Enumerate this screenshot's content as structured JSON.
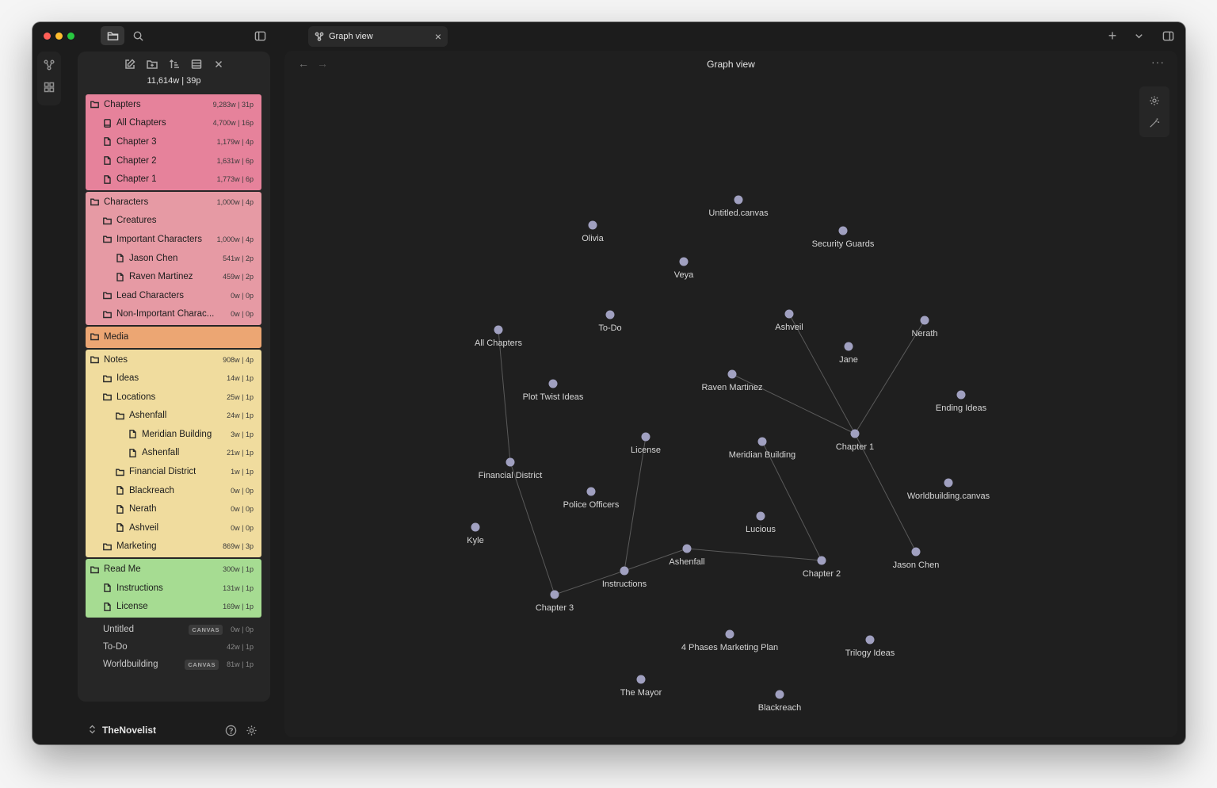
{
  "titlebar": {
    "tab_label": "Graph view",
    "tab_icon": "graph-icon",
    "new_tab_label": "+"
  },
  "file_panel": {
    "stats": "11,614w | 39p",
    "groups": [
      {
        "color": "#e6829b",
        "rows": [
          {
            "name": "Chapters",
            "meta": "9,283w | 31p",
            "type": "folder",
            "depth": 0
          },
          {
            "name": "All Chapters",
            "meta": "4,700w | 16p",
            "type": "book",
            "depth": 1
          },
          {
            "name": "Chapter 3",
            "meta": "1,179w | 4p",
            "type": "file",
            "depth": 1
          },
          {
            "name": "Chapter 2",
            "meta": "1,631w | 6p",
            "type": "file",
            "depth": 1
          },
          {
            "name": "Chapter 1",
            "meta": "1,773w | 6p",
            "type": "file",
            "depth": 1
          }
        ]
      },
      {
        "color": "#e69aa4",
        "rows": [
          {
            "name": "Characters",
            "meta": "1,000w | 4p",
            "type": "folder",
            "depth": 0
          },
          {
            "name": "Creatures",
            "meta": "",
            "type": "folder",
            "depth": 1
          },
          {
            "name": "Important Characters",
            "meta": "1,000w | 4p",
            "type": "folder",
            "depth": 1
          },
          {
            "name": "Jason Chen",
            "meta": "541w | 2p",
            "type": "file",
            "depth": 2
          },
          {
            "name": "Raven Martinez",
            "meta": "459w | 2p",
            "type": "file",
            "depth": 2
          },
          {
            "name": "Lead Characters",
            "meta": "0w | 0p",
            "type": "folder",
            "depth": 1
          },
          {
            "name": "Non-Important Charac...",
            "meta": "0w | 0p",
            "type": "folder",
            "depth": 1
          }
        ]
      },
      {
        "color": "#eca673",
        "rows": [
          {
            "name": "Media",
            "meta": "",
            "type": "folder",
            "depth": 0
          }
        ]
      },
      {
        "color": "#f0dc9e",
        "rows": [
          {
            "name": "Notes",
            "meta": "908w | 4p",
            "type": "folder",
            "depth": 0
          },
          {
            "name": "Ideas",
            "meta": "14w | 1p",
            "type": "folder",
            "depth": 1
          },
          {
            "name": "Locations",
            "meta": "25w | 1p",
            "type": "folder",
            "depth": 1
          },
          {
            "name": "Ashenfall",
            "meta": "24w | 1p",
            "type": "folder",
            "depth": 2
          },
          {
            "name": "Meridian Building",
            "meta": "3w | 1p",
            "type": "file",
            "depth": 3
          },
          {
            "name": "Ashenfall",
            "meta": "21w | 1p",
            "type": "file",
            "depth": 3
          },
          {
            "name": "Financial District",
            "meta": "1w | 1p",
            "type": "folder",
            "depth": 2
          },
          {
            "name": "Blackreach",
            "meta": "0w | 0p",
            "type": "file",
            "depth": 2
          },
          {
            "name": "Nerath",
            "meta": "0w | 0p",
            "type": "file",
            "depth": 2
          },
          {
            "name": "Ashveil",
            "meta": "0w | 0p",
            "type": "file",
            "depth": 2
          },
          {
            "name": "Marketing",
            "meta": "869w | 3p",
            "type": "folder",
            "depth": 1
          }
        ]
      },
      {
        "color": "#a6dc92",
        "rows": [
          {
            "name": "Read Me",
            "meta": "300w | 1p",
            "type": "folder",
            "depth": 0
          },
          {
            "name": "Instructions",
            "meta": "131w | 1p",
            "type": "file",
            "depth": 1
          },
          {
            "name": "License",
            "meta": "169w | 1p",
            "type": "file",
            "depth": 1
          }
        ]
      }
    ],
    "loose": [
      {
        "name": "Untitled",
        "badge": "CANVAS",
        "meta": "0w | 0p"
      },
      {
        "name": "To-Do",
        "badge": "",
        "meta": "42w | 1p"
      },
      {
        "name": "Worldbuilding",
        "badge": "CANVAS",
        "meta": "81w | 1p"
      }
    ]
  },
  "vault": {
    "name": "TheNovelist",
    "chevron": "⌃⌄"
  },
  "graph": {
    "title": "Graph view",
    "back_glyph": "←",
    "forward_glyph": "→",
    "more_glyph": "···",
    "node_color": "#a0a0c0",
    "nodes": [
      {
        "id": "untitled-canvas",
        "label": "Untitled.canvas"
      },
      {
        "id": "olivia",
        "label": "Olivia"
      },
      {
        "id": "security-guards",
        "label": "Security Guards"
      },
      {
        "id": "veya",
        "label": "Veya"
      },
      {
        "id": "to-do",
        "label": "To-Do"
      },
      {
        "id": "ashveil",
        "label": "Ashveil"
      },
      {
        "id": "nerath",
        "label": "Nerath"
      },
      {
        "id": "all-chapters",
        "label": "All Chapters"
      },
      {
        "id": "jane",
        "label": "Jane"
      },
      {
        "id": "raven-martinez",
        "label": "Raven Martinez"
      },
      {
        "id": "plot-twist-ideas",
        "label": "Plot Twist Ideas"
      },
      {
        "id": "ending-ideas",
        "label": "Ending Ideas"
      },
      {
        "id": "license",
        "label": "License"
      },
      {
        "id": "meridian-building",
        "label": "Meridian Building"
      },
      {
        "id": "chapter-1",
        "label": "Chapter 1"
      },
      {
        "id": "financial-district",
        "label": "Financial District"
      },
      {
        "id": "worldbuilding-canvas",
        "label": "Worldbuilding.canvas"
      },
      {
        "id": "police-officers",
        "label": "Police Officers"
      },
      {
        "id": "lucious",
        "label": "Lucious"
      },
      {
        "id": "kyle",
        "label": "Kyle"
      },
      {
        "id": "ashenfall",
        "label": "Ashenfall"
      },
      {
        "id": "jason-chen",
        "label": "Jason Chen"
      },
      {
        "id": "chapter-2",
        "label": "Chapter 2"
      },
      {
        "id": "instructions",
        "label": "Instructions"
      },
      {
        "id": "chapter-3",
        "label": "Chapter 3"
      },
      {
        "id": "four-phases",
        "label": "4 Phases Marketing Plan"
      },
      {
        "id": "trilogy-ideas",
        "label": "Trilogy Ideas"
      },
      {
        "id": "the-mayor",
        "label": "The Mayor"
      },
      {
        "id": "blackreach",
        "label": "Blackreach"
      }
    ],
    "edges": [
      [
        "all-chapters",
        "financial-district"
      ],
      [
        "financial-district",
        "chapter-3"
      ],
      [
        "chapter-3",
        "instructions"
      ],
      [
        "instructions",
        "license"
      ],
      [
        "instructions",
        "ashenfall"
      ],
      [
        "ashenfall",
        "chapter-2"
      ],
      [
        "chapter-2",
        "meridian-building"
      ],
      [
        "chapter-1",
        "ashveil"
      ],
      [
        "chapter-1",
        "nerath"
      ],
      [
        "chapter-1",
        "raven-martinez"
      ],
      [
        "chapter-1",
        "jason-chen"
      ]
    ]
  }
}
